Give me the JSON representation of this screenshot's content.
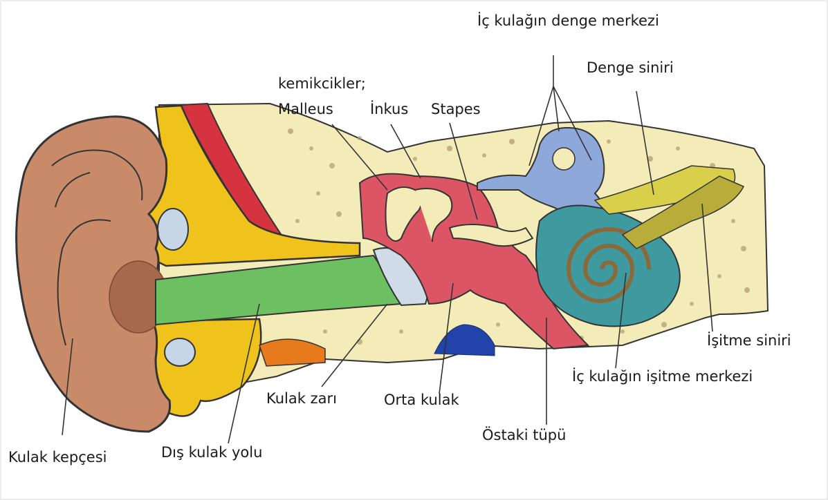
{
  "labels": {
    "ic_kulak_denge": "İç kulağın denge merkezi",
    "denge_siniri": "Denge siniri",
    "kemikcikler": "kemikcikler;",
    "malleus": "Malleus",
    "inkus": "İnkus",
    "stapes": "Stapes",
    "isitme_siniri": "İşitme siniri",
    "ic_kulak_isitme": "İç kulağın işitme merkezi",
    "kulak_zari": "Kulak zarı",
    "orta_kulak": "Orta kulak",
    "ostaki_tupu": "Östaki tüpü",
    "kulak_kepcesi": "Kulak kepçesi",
    "dis_kulak_yolu": "Dış kulak yolu"
  },
  "colors": {
    "skin": "#c98a6a",
    "skin_dark": "#a8684c",
    "bone": "#f3ecb8",
    "fat": "#f0c21c",
    "muscle": "#d4333f",
    "canal": "#6cc062",
    "middle_ear": "#dc5565",
    "vestibular": "#8ea8da",
    "cochlea": "#3f9aa0",
    "nerve": "#d8cf4a",
    "ear_drum": "#cfdce8",
    "eustachian_blue": "#2244aa",
    "orange": "#e77a1c"
  }
}
